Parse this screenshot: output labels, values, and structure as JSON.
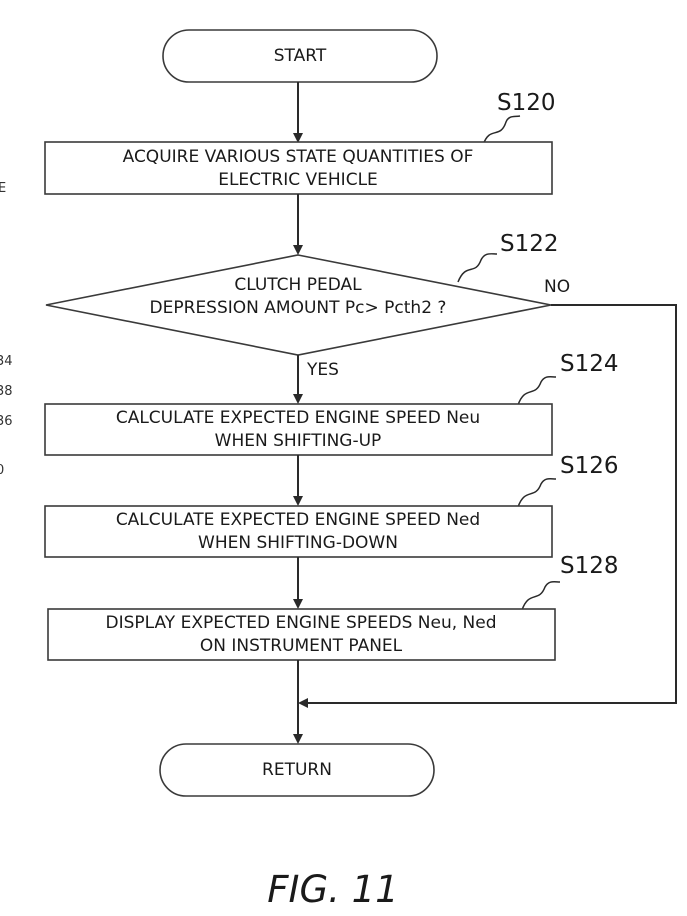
{
  "flowchart": {
    "start": "START",
    "end": "RETURN",
    "steps": {
      "s120": {
        "id": "S120",
        "lines": [
          "ACQUIRE VARIOUS STATE QUANTITIES OF",
          "ELECTRIC VEHICLE"
        ]
      },
      "s122": {
        "id": "S122",
        "lines": [
          "CLUTCH PEDAL",
          "DEPRESSION AMOUNT Pc> Pcth2 ?"
        ]
      },
      "s124": {
        "id": "S124",
        "lines": [
          "CALCULATE EXPECTED ENGINE SPEED Neu",
          "WHEN SHIFTING-UP"
        ]
      },
      "s126": {
        "id": "S126",
        "lines": [
          "CALCULATE EXPECTED ENGINE SPEED Ned",
          "WHEN SHIFTING-DOWN"
        ]
      },
      "s128": {
        "id": "S128",
        "lines": [
          "DISPLAY EXPECTED ENGINE SPEEDS Neu, Ned",
          "ON INSTRUMENT PANEL"
        ]
      }
    },
    "branch_yes": "YES",
    "branch_no": "NO"
  },
  "figure_label": "FIG. 11",
  "edge_fragments": [
    "E",
    "34",
    "38",
    "36",
    "0"
  ]
}
